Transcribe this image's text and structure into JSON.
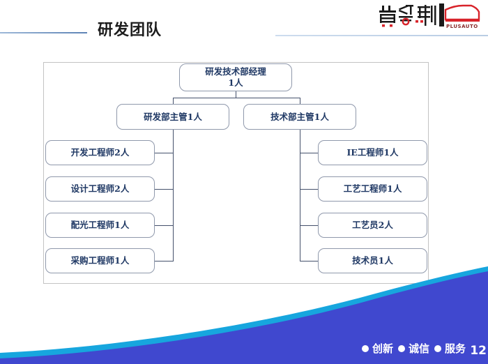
{
  "header": {
    "title": "研发团队",
    "logo": {
      "name": "puluosi-logo",
      "text_cn": "普络斯",
      "text_en": "PLUSAUTO",
      "brand_red": "#d8232a",
      "brand_black": "#1a1a1a"
    }
  },
  "org_chart": {
    "manager": {
      "line1": "研发技术部经理",
      "line2": "1人"
    },
    "supervisors": [
      {
        "label": "研发部主管1人"
      },
      {
        "label": "技术部主管1人"
      }
    ],
    "left_branch": [
      {
        "label": "开发工程师2人"
      },
      {
        "label": "设计工程师2人"
      },
      {
        "label": "配光工程师1人"
      },
      {
        "label": "采购工程师1人"
      }
    ],
    "right_branch": [
      {
        "label": "IE工程师1人"
      },
      {
        "label": "工艺工程师1人"
      },
      {
        "label": "工艺员2人"
      },
      {
        "label": "技术员1人"
      }
    ],
    "colors": {
      "node_border": "#8f98ab",
      "node_text": "#1f3864",
      "connector": "#44506b",
      "frame_border": "#c3c3c3"
    }
  },
  "footer": {
    "tags": [
      {
        "label": "创新"
      },
      {
        "label": "诚信"
      },
      {
        "label": "服务"
      }
    ],
    "page_number": "12",
    "colors": {
      "deep_blue": "#4048cf",
      "cyan": "#17a6de"
    }
  }
}
